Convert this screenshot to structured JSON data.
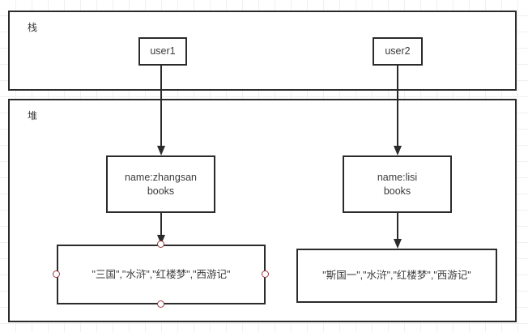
{
  "diagram": {
    "title": "JVM stack and heap object reference diagram",
    "background": "#ffffff",
    "grid_color": "#f0f0f0",
    "stroke_color": "#2b2b2b",
    "text_color": "#3b3b3b",
    "handle_color": "#9b3a40"
  },
  "regions": {
    "stack": {
      "label": "栈"
    },
    "heap": {
      "label": "堆"
    }
  },
  "nodes": {
    "user1": {
      "label": "user1"
    },
    "user2": {
      "label": "user2"
    },
    "object_zhangsan": {
      "line1": "name:zhangsan",
      "line2": "books"
    },
    "object_lisi": {
      "line1": "name:lisi",
      "line2": "books"
    },
    "array_zhangsan": {
      "label": "\"三国\",\"水浒\",\"红楼梦\",\"西游记\""
    },
    "array_lisi": {
      "label": "\"斯国一\",\"水浒\",\"红楼梦\",\"西游记\""
    }
  },
  "connectors": {
    "user1_to_object": {
      "from": "user1",
      "to": "object_zhangsan"
    },
    "user2_to_object": {
      "from": "user2",
      "to": "object_lisi"
    },
    "object_zhangsan_to_array": {
      "from": "object_zhangsan",
      "to": "array_zhangsan"
    },
    "object_lisi_to_array": {
      "from": "object_lisi",
      "to": "array_lisi"
    }
  },
  "handles": {
    "array_zhangsan_top": {
      "name": "top"
    },
    "array_zhangsan_left": {
      "name": "left"
    },
    "array_zhangsan_right": {
      "name": "right"
    },
    "array_zhangsan_bottom": {
      "name": "bottom"
    }
  }
}
